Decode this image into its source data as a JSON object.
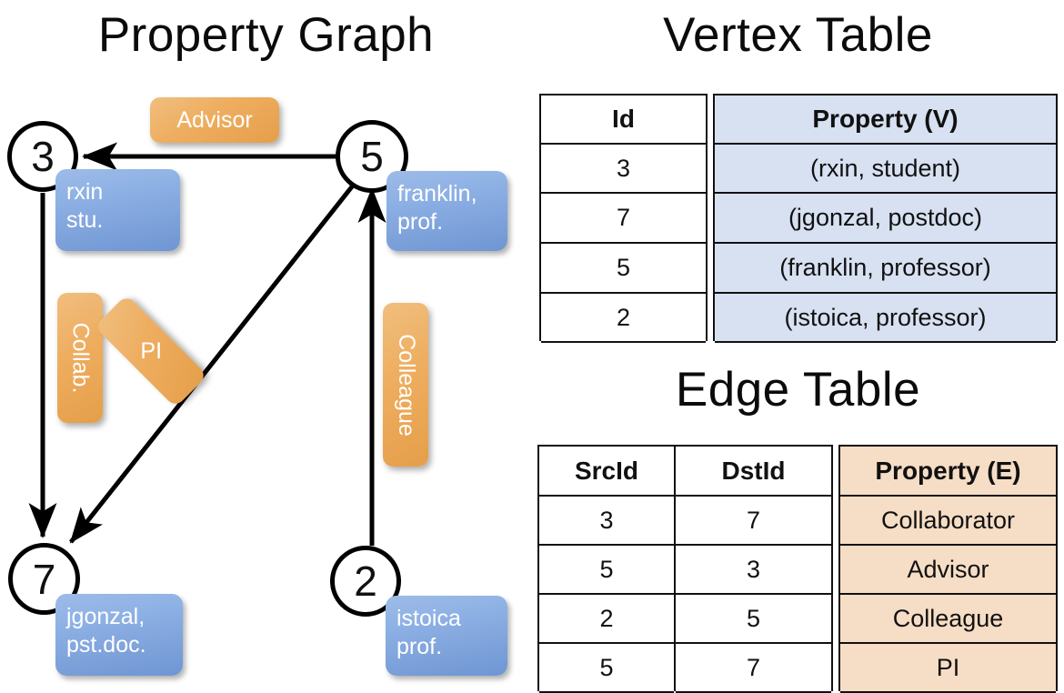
{
  "titles": {
    "property_graph": "Property Graph",
    "vertex_table": "Vertex Table",
    "edge_table": "Edge Table"
  },
  "colors": {
    "vertex_property_fill": "#d7e1f2",
    "edge_property_fill": "#f6ddc5",
    "vertex_badge": "#7fa3db",
    "edge_badge": "#e8a44e",
    "stroke": "#111111",
    "background": "#ffffff"
  },
  "graph": {
    "nodes": [
      {
        "id": "3",
        "label": "3",
        "property": "rxin\nstu."
      },
      {
        "id": "5",
        "label": "5",
        "property": "franklin,\nprof."
      },
      {
        "id": "7",
        "label": "7",
        "property": "jgonzal,\npst.doc."
      },
      {
        "id": "2",
        "label": "2",
        "property": "istoica\nprof."
      }
    ],
    "edges": [
      {
        "src": "5",
        "dst": "3",
        "label": "Advisor",
        "orientation": "horizontal"
      },
      {
        "src": "3",
        "dst": "7",
        "label": "Collab.",
        "orientation": "vertical"
      },
      {
        "src": "5",
        "dst": "7",
        "label": "PI",
        "orientation": "diagonal"
      },
      {
        "src": "2",
        "dst": "5",
        "label": "Colleague",
        "orientation": "vertical"
      }
    ]
  },
  "vertex_table": {
    "headers": [
      "Id",
      "Property (V)"
    ],
    "rows": [
      {
        "id": "3",
        "property": "(rxin, student)"
      },
      {
        "id": "7",
        "property": "(jgonzal, postdoc)"
      },
      {
        "id": "5",
        "property": "(franklin, professor)"
      },
      {
        "id": "2",
        "property": "(istoica, professor)"
      }
    ]
  },
  "edge_table": {
    "headers": [
      "SrcId",
      "DstId",
      "Property (E)"
    ],
    "rows": [
      {
        "src": "3",
        "dst": "7",
        "property": "Collaborator"
      },
      {
        "src": "5",
        "dst": "3",
        "property": "Advisor"
      },
      {
        "src": "2",
        "dst": "5",
        "property": "Colleague"
      },
      {
        "src": "5",
        "dst": "7",
        "property": "PI"
      }
    ]
  }
}
